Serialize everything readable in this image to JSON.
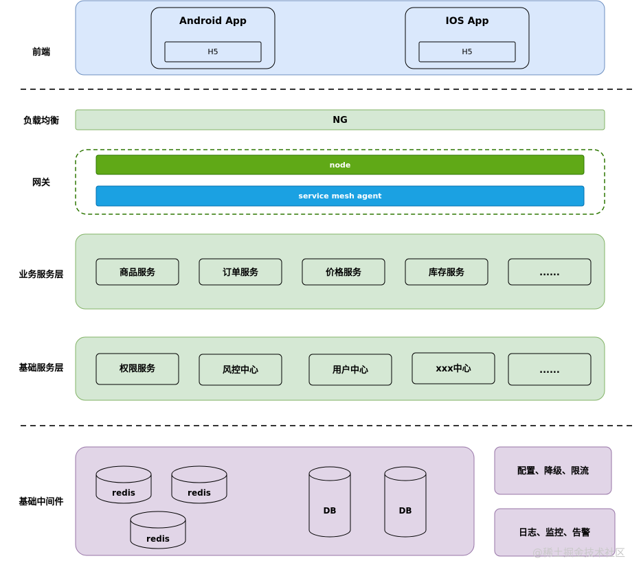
{
  "layers": {
    "frontend": "前端",
    "load_balance": "负载均衡",
    "gateway": "网关",
    "business": "业务服务层",
    "base_service": "基础服务层",
    "middleware": "基础中间件"
  },
  "frontend": {
    "android": {
      "title": "Android  App",
      "inner": "H5"
    },
    "ios": {
      "title": "IOS  App",
      "inner": "H5"
    }
  },
  "load_balance_bar": "NG",
  "gateway": {
    "node": "node",
    "mesh": "service mesh agent"
  },
  "business_services": [
    "商品服务",
    "订单服务",
    "价格服务",
    "库存服务",
    "......"
  ],
  "base_services": [
    "权限服务",
    "风控中心",
    "用户中心",
    "xxx中心",
    "......"
  ],
  "middleware": {
    "redis": [
      "redis",
      "redis",
      "redis"
    ],
    "db": [
      "DB",
      "DB"
    ],
    "config_box": "配置、降级、限流",
    "monitor_box": "日志、监控、告警"
  },
  "watermark": "@稀土掘金技术社区",
  "colors": {
    "blue_fill": "#dae8fc",
    "blue_stroke": "#6c8ebf",
    "green_fill": "#d5e8d4",
    "green_stroke": "#82b366",
    "purple_fill": "#e1d5e7",
    "purple_stroke": "#9673a6",
    "node_bar": "#60a917",
    "mesh_bar": "#1ba1e2"
  }
}
